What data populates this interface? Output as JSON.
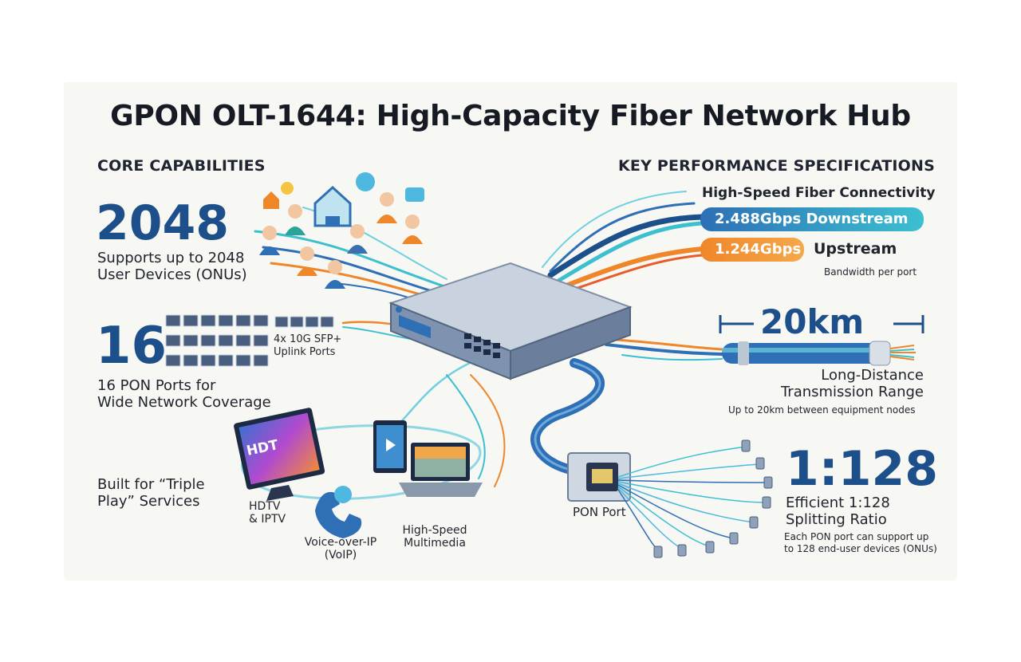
{
  "title": "GPON OLT-1644: High-Capacity Fiber Network Hub",
  "left": {
    "heading": "CORE CAPABILITIES",
    "devices_value": "2048",
    "devices_desc_1": "Supports up to 2048",
    "devices_desc_2": "User Devices (ONUs)",
    "ports_value": "16",
    "ports_desc_1": "16 PON Ports for",
    "ports_desc_2": "Wide Network Coverage",
    "uplink_1": "4x 10G SFP+",
    "uplink_2": "Uplink Ports",
    "triple_1": "Built for “Triple",
    "triple_2": "Play” Services",
    "hdtv_1": "HDTV",
    "hdtv_2": "& IPTV",
    "hdtv_screen": "HDT",
    "voip_1": "Voice-over-IP",
    "voip_2": "(VoIP)",
    "media_1": "High-Speed",
    "media_2": "Multimedia"
  },
  "right": {
    "heading": "KEY PERFORMANCE SPECIFICATIONS",
    "fiber_heading": "High-Speed Fiber Connectivity",
    "downstream": "2.488Gbps Downstream",
    "upstream_value": "1.244Gbps",
    "upstream_label": "Upstream",
    "bandwidth_note": "Bandwidth per port",
    "distance_value": "20km",
    "distance_desc_1": "Long-Distance",
    "distance_desc_2": "Transmission Range",
    "distance_note": "Up to 20km between equipment nodes",
    "ratio_value": "1:128",
    "ratio_desc_1": "Efficient 1:128",
    "ratio_desc_2": "Splitting Ratio",
    "ratio_note_1": "Each PON port can support up",
    "ratio_note_2": "to 128 end-user devices (ONUs)"
  },
  "center": {
    "pon_port_label": "PON Port"
  },
  "colors": {
    "navy": "#1d4f8a",
    "teal": "#3cc0d0",
    "orange": "#f0862a",
    "cable_blue": "#2e6fb5",
    "device_gray": "#c9d3df"
  }
}
